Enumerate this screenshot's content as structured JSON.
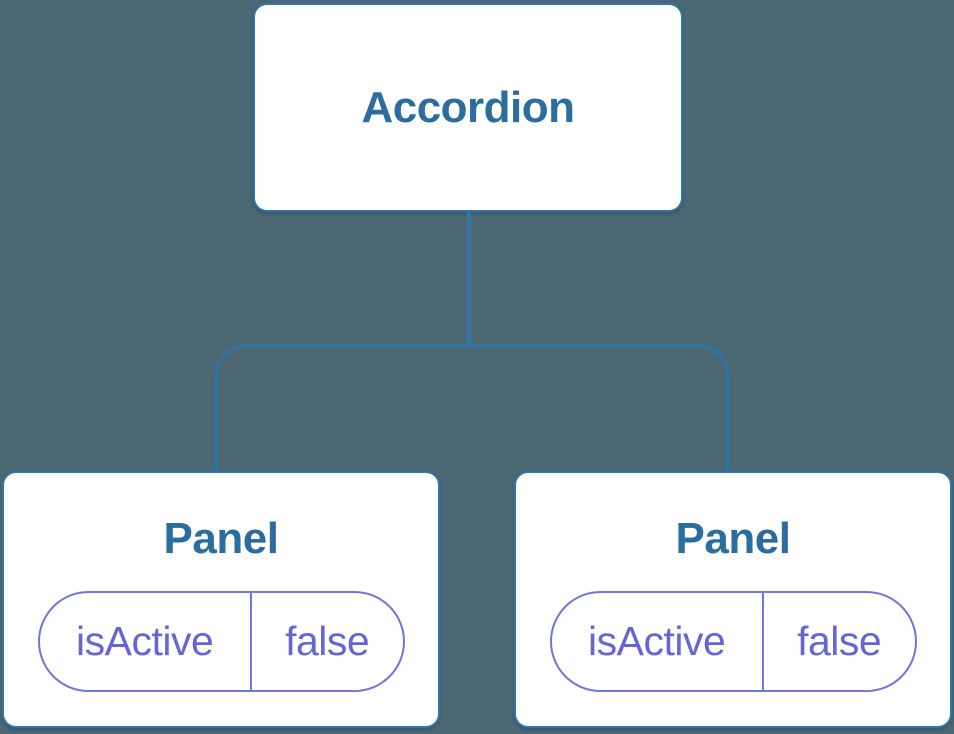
{
  "colors": {
    "background": "#4c6874",
    "connector_blue": "#2e76a8",
    "node_title_blue": "#2b6d9e",
    "node_fill": "#ffffff",
    "state_pill_border": "#7276db",
    "state_pill_text": "#6366d6"
  },
  "tree": {
    "root": {
      "label": "Accordion"
    },
    "children": [
      {
        "label": "Panel",
        "state": {
          "key": "isActive",
          "value": "false"
        }
      },
      {
        "label": "Panel",
        "state": {
          "key": "isActive",
          "value": "false"
        }
      }
    ]
  }
}
